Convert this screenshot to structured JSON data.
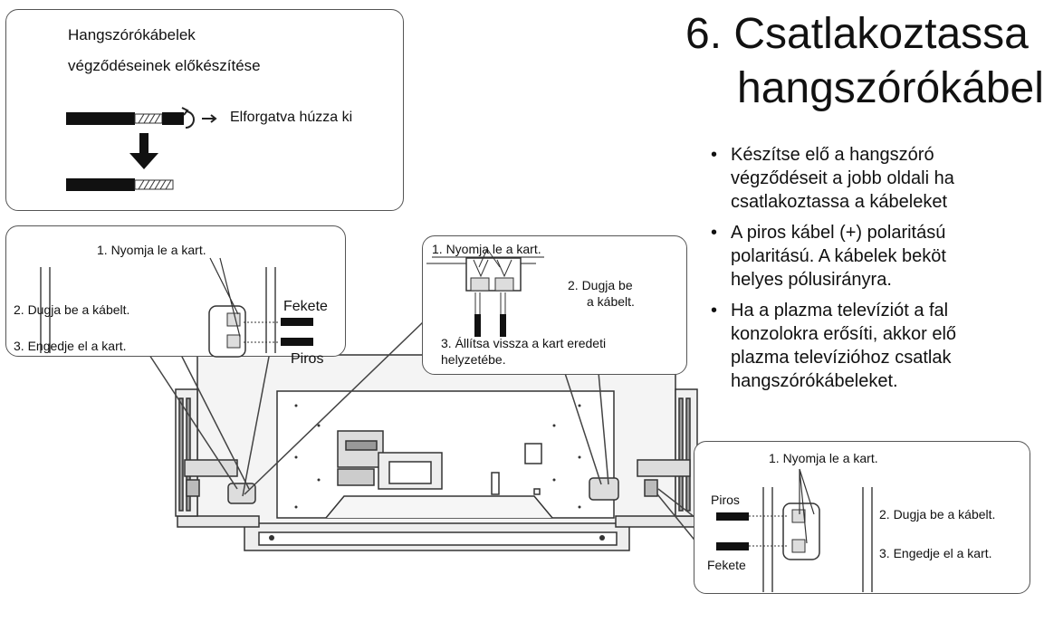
{
  "prep_box": {
    "title_line1": "Hangszórókábelek",
    "title_line2": "végződéseinek előkészítése",
    "twist_label": "Elforgatva húzza ki"
  },
  "left_box": {
    "step1": "1. Nyomja le a kart.",
    "step2": "2. Dugja be a kábelt.",
    "step3": "3. Engedje el a kart.",
    "label_black": "Fekete",
    "label_red": "Piros"
  },
  "center_box": {
    "step1": "1. Nyomja le a kart.",
    "step2_line1": "2.  Dugja  be",
    "step2_line2": "a kábelt.",
    "step3_line1": "3.  Állítsa vissza a kart eredeti",
    "step3_line2": "helyzetébe."
  },
  "right_box": {
    "step1": "1. Nyomja le a kart.",
    "step2": "2. Dugja be a kábelt.",
    "step3": "3. Engedje el a kart.",
    "label_red": "Piros",
    "label_black": "Fekete"
  },
  "heading": {
    "line1": "6.  Csatlakoztassa",
    "line2": "hangszórókábel"
  },
  "bullets": [
    {
      "dot": "•",
      "lines": [
        "  Készítse elő a hangszóró",
        "végződéseit a jobb oldali ha",
        "csatlakoztassa a kábeleket"
      ]
    },
    {
      "dot": "•",
      "lines": [
        "A piros kábel (+) polaritású",
        "polaritású. A kábelek beköt",
        "helyes pólusirányra."
      ]
    },
    {
      "dot": "•",
      "lines": [
        "Ha a plazma televíziót a fal",
        "konzolokra erősíti, akkor elő",
        "plazma televízióhoz csatlak",
        "hangszórókábeleket."
      ]
    }
  ]
}
